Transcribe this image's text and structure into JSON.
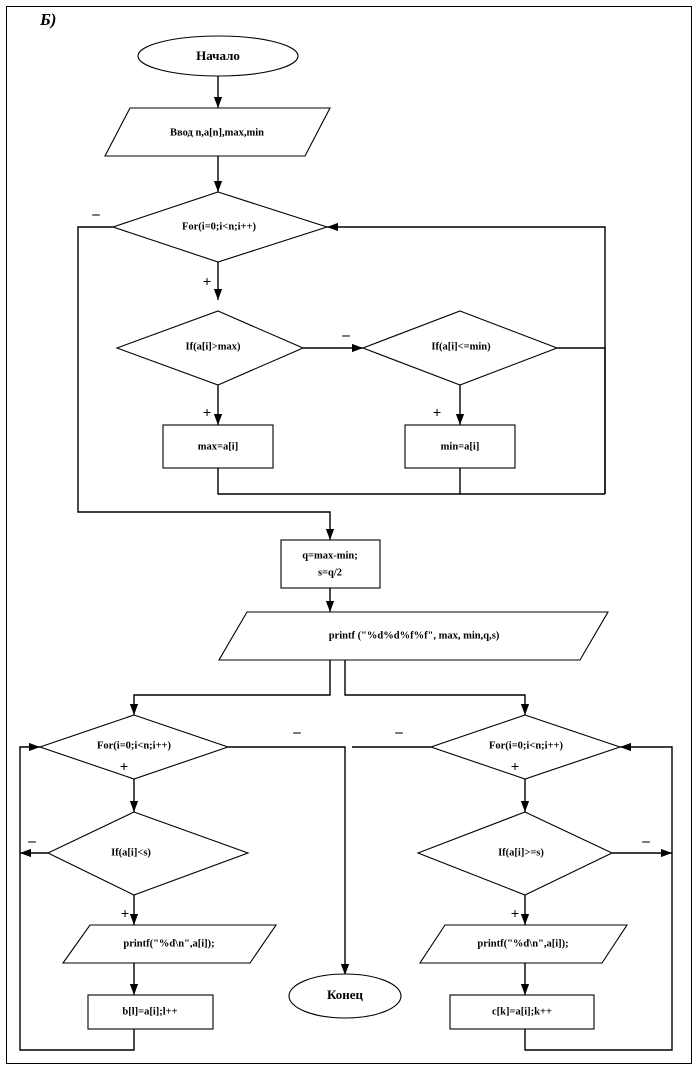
{
  "figure": {
    "label": "Б)",
    "title": "Flowchart: find max, min, range q and midpoint s; split array into b[] and c[]"
  },
  "nodes": {
    "start": {
      "text": "Начало",
      "shape": "terminator"
    },
    "input": {
      "text": "Ввод  n,a[n],max,min",
      "shape": "parallelogram"
    },
    "loop1": {
      "text": "For(i=0;i<n;i++)",
      "shape": "diamond"
    },
    "if_max": {
      "text": "If(a[i]>max)",
      "shape": "diamond"
    },
    "if_min": {
      "text": "If(a[i]<=min)",
      "shape": "diamond"
    },
    "set_max": {
      "text": "max=a[i]",
      "shape": "rect"
    },
    "set_min": {
      "text": "min=a[i]",
      "shape": "rect"
    },
    "calc": {
      "line1": "q=max-min;",
      "line2": "s=q/2",
      "shape": "rect"
    },
    "print_all": {
      "text": "printf (\"%d%d%f%f\",  max,  min,q,s)",
      "shape": "parallelogram"
    },
    "loop2": {
      "text": "For(i=0;i<n;i++)",
      "shape": "diamond"
    },
    "loop3": {
      "text": "For(i=0;i<n;i++)",
      "shape": "diamond"
    },
    "if_lt_s": {
      "text": "If(a[i]<s)",
      "shape": "diamond"
    },
    "if_ge_s": {
      "text": "If(a[i]>=s)",
      "shape": "diamond"
    },
    "print_b": {
      "text": "printf(\"%d\\n\",a[i]);",
      "shape": "parallelogram"
    },
    "print_c": {
      "text": "printf(\"%d\\n\",a[i]);",
      "shape": "parallelogram"
    },
    "store_b": {
      "text": "b[l]=a[i];l++",
      "shape": "rect"
    },
    "store_c": {
      "text": "c[k]=a[i];k++",
      "shape": "rect"
    },
    "end": {
      "text": "Конец",
      "shape": "terminator"
    }
  },
  "branch_signs": {
    "loop1_false": "–",
    "loop1_true": "+",
    "if_max_false": "–",
    "if_max_true": "+",
    "if_min_true": "+",
    "loop2_false": "–",
    "loop2_true": "+",
    "loop3_false": "–",
    "loop3_true": "+",
    "if_lt_s_false": "–",
    "if_lt_s_true": "+",
    "if_ge_s_false": "–",
    "if_ge_s_true": "+"
  },
  "colors": {
    "stroke": "#000000",
    "fill": "#ffffff",
    "text": "#000000"
  }
}
